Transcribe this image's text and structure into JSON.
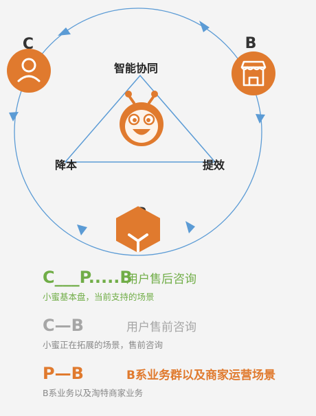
{
  "diagram": {
    "nodes": {
      "c": {
        "letter": "C",
        "icon": "user-icon"
      },
      "b": {
        "letter": "B",
        "icon": "shop-icon"
      },
      "p": {
        "letter": "P",
        "icon": "platform-icon"
      }
    },
    "center_icon": "bee-mascot-icon",
    "triangle": {
      "top": "智能协同",
      "left": "降本",
      "right": "提效"
    },
    "colors": {
      "circle": "#5b9bd5",
      "node": "#e07a2e",
      "green": "#70ad47",
      "gray": "#a6a6a6",
      "orange": "#e07a2e"
    }
  },
  "legend": [
    {
      "code": "C___P.....B",
      "title": "用户售后咨询",
      "desc": "小蜜基本盘，当前支持的场景",
      "color": "#70ad47"
    },
    {
      "code": "C—B",
      "title": "用户售前咨询",
      "desc": "小蜜正在拓展的场景，售前咨询",
      "color": "#a6a6a6"
    },
    {
      "code": "P—B",
      "title": "B系业务群以及商家运营场景",
      "desc": "B系业务以及淘特商家业务",
      "color": "#e07a2e"
    }
  ]
}
